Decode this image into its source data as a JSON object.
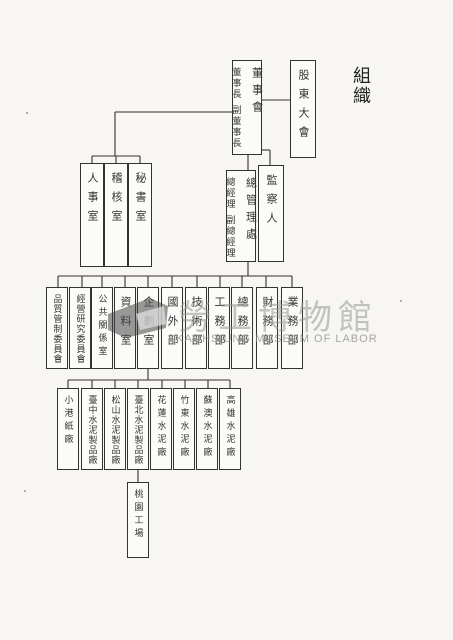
{
  "title": "組織",
  "top": {
    "shareholders": "股東大會",
    "board": [
      "董事會",
      "董事長 副董事長"
    ],
    "supervisors": "監察人",
    "management": [
      "總管理處",
      "總經理 副總經理"
    ]
  },
  "board_offices": [
    "秘書室",
    "稽核室",
    "人事室"
  ],
  "departments": [
    "業務部",
    "財務部",
    "總務部",
    "工務部",
    "技術部",
    "國外部",
    "企劃室",
    "資料室",
    "公共關係室",
    "經營研究委員會",
    "品質管制委員會"
  ],
  "plants": [
    "高雄水泥廠",
    "蘇澳水泥廠",
    "竹東水泥廠",
    "花蓮水泥廠",
    "臺北水泥製品廠",
    "松山水泥製品廠",
    "臺中水泥製品廠",
    "小港紙廠"
  ],
  "sub_plant": "桃園工場",
  "watermark": {
    "text": "勞工博物館",
    "subtitle": "KAOHSIUNG MUSEUM OF LABOR"
  }
}
